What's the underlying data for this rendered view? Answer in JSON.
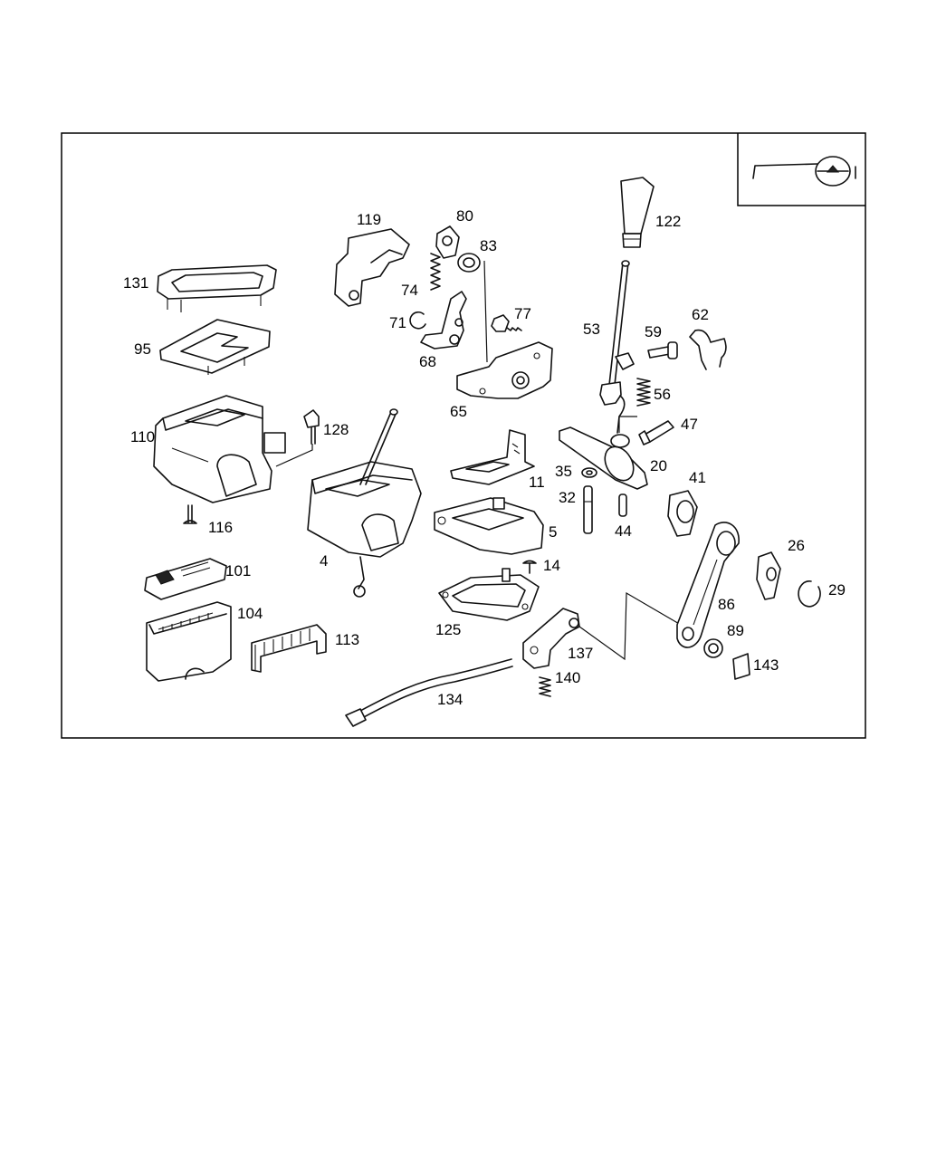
{
  "callouts": [
    "131",
    "95",
    "110",
    "128",
    "116",
    "119",
    "80",
    "83",
    "74",
    "71",
    "68",
    "77",
    "65",
    "122",
    "53",
    "59",
    "62",
    "56",
    "47",
    "20",
    "35",
    "11",
    "32",
    "44",
    "41",
    "4",
    "5",
    "14",
    "101",
    "104",
    "113",
    "125",
    "137",
    "140",
    "134",
    "86",
    "89",
    "143",
    "26",
    "29"
  ],
  "icon": "steering-wheel-icon"
}
